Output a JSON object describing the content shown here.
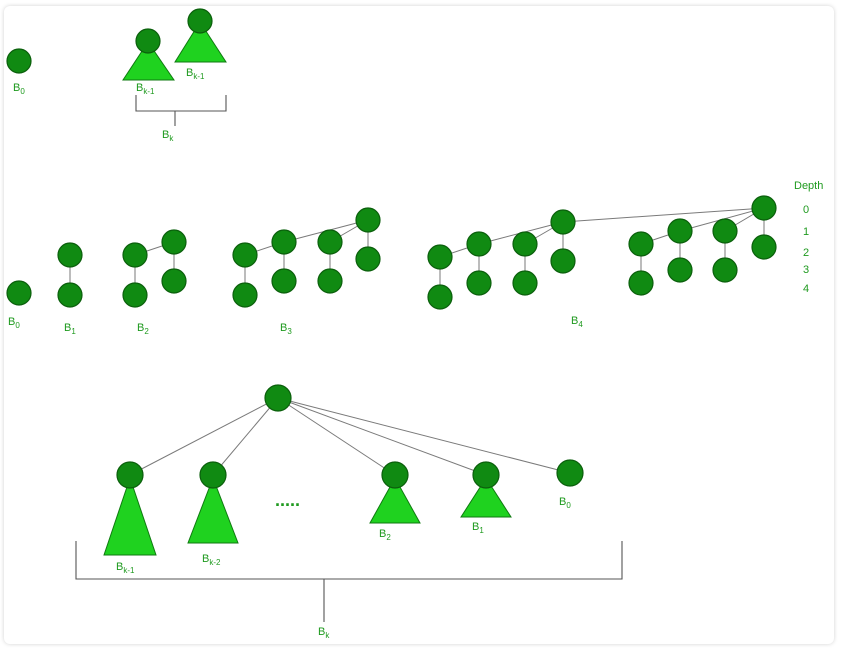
{
  "top": {
    "b0": {
      "base": "B",
      "sub": "0"
    },
    "left_sub": {
      "base": "B",
      "sub": "k-1"
    },
    "right_sub": {
      "base": "B",
      "sub": "k-1"
    },
    "bk": {
      "base": "B",
      "sub": "k"
    }
  },
  "middle": {
    "trees": [
      {
        "base": "B",
        "sub": "0"
      },
      {
        "base": "B",
        "sub": "1"
      },
      {
        "base": "B",
        "sub": "2"
      },
      {
        "base": "B",
        "sub": "3"
      },
      {
        "base": "B",
        "sub": "4"
      }
    ],
    "depth": {
      "title": "Depth",
      "levels": [
        "0",
        "1",
        "2",
        "3",
        "4"
      ]
    }
  },
  "bottom": {
    "subtrees": [
      {
        "base": "B",
        "sub": "k-1"
      },
      {
        "base": "B",
        "sub": "k-2"
      },
      {
        "base": "B",
        "sub": "2"
      },
      {
        "base": "B",
        "sub": "1"
      },
      {
        "base": "B",
        "sub": "0"
      }
    ],
    "ellipsis": ".....",
    "bk": {
      "base": "B",
      "sub": "k"
    }
  },
  "colors": {
    "node": "#108a12",
    "triangle": "#1fd21f",
    "label": "#1f9a1f"
  }
}
